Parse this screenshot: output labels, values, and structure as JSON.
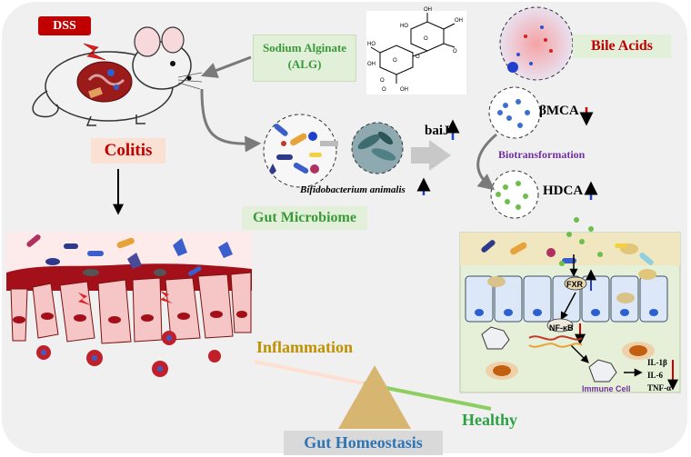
{
  "labels": {
    "dss": "DSS",
    "sodium_alginate_line1": "Sodium Alginate",
    "sodium_alginate_line2": "(ALG)",
    "colitis": "Colitis",
    "gut_microbiome": "Gut Microbiome",
    "bifidobacterium": "Bifidobacterium animalis",
    "baij": "baiJ",
    "bile_acids": "Bile Acids",
    "bmca": "βMCA",
    "biotransformation": "Biotransformation",
    "hdca": "HDCA",
    "inflammation": "Inflammation",
    "healthy": "Healthy",
    "gut_homeostasis": "Gut Homeostasis",
    "fxr": "FXR",
    "nfkb": "NF-κB",
    "immune_cell": "Immune Cell",
    "cytokines": [
      "IL-1β",
      "IL-6",
      "TNF-α"
    ]
  },
  "molecule_atoms": [
    "OH",
    "HO",
    "O",
    "O",
    "HO",
    "OH",
    "O",
    "O",
    "OH",
    "O",
    "OH",
    "O"
  ],
  "colors": {
    "dss_badge": "#c00000",
    "alginate_text": "#3a9a3a",
    "colitis_text": "#c00000",
    "bile_acids_text": "#c00000",
    "biotransformation_text": "#7030a0",
    "inflammation_text": "#bf9000",
    "healthy_text": "#2ea043",
    "homeostasis_text": "#2e75b6",
    "up_arrow": "#1f3fcc",
    "down_arrow": "#d00000",
    "tissue_red": "#a3101a"
  },
  "icons": [
    "mouse-illustration",
    "lightning-bolt-icon",
    "microbe-cluster-icon",
    "bacterium-micrograph-icon",
    "bile-acid-particles-icon",
    "intestinal-epithelium-illustration",
    "dna-helix-icon",
    "seesaw-fulcrum-icon"
  ]
}
